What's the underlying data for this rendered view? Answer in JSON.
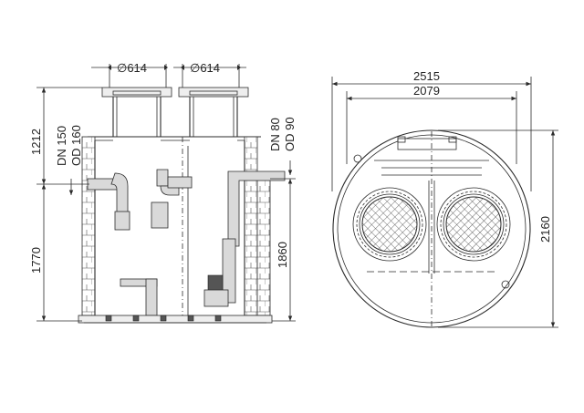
{
  "side_view": {
    "cover_dim_left": "∅614",
    "cover_dim_right": "∅614",
    "height_upper": "1212",
    "height_total_left": "1770",
    "height_total_right": "1860",
    "inlet_dn": "DN 150",
    "inlet_od": "OD 160",
    "outlet_dn": "DN 80",
    "outlet_od": "OD 90"
  },
  "top_view": {
    "outer_width": "2515",
    "inner_width": "2079",
    "depth": "2160"
  },
  "colors": {
    "line": "#2b2b2b",
    "fill_grey": "#d9d9d9",
    "background": "#ffffff"
  }
}
